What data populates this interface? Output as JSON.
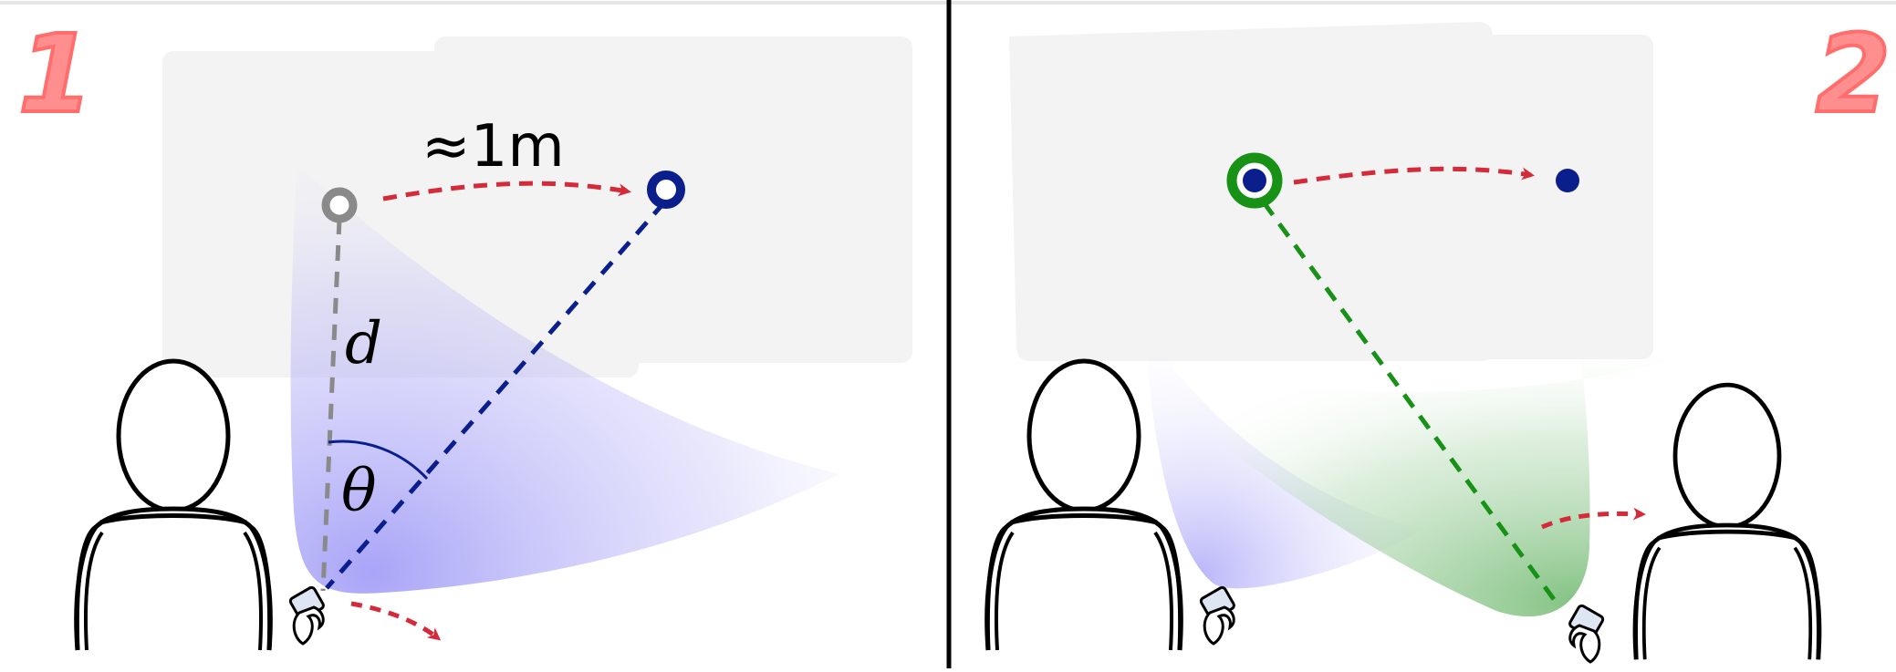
{
  "panels": [
    {
      "number": "1",
      "distance_label": "≈1m",
      "depth_label": "d",
      "angle_label": "θ"
    },
    {
      "number": "2"
    }
  ],
  "colors": {
    "panel_number": "#ff8f8f",
    "motion_arrow": "#d42a3a",
    "target_blue": "#0b1f8c",
    "old_point_gray": "#8a8a8a",
    "selected_green": "#179217",
    "screen_gray": "#f2f2f2",
    "divider": "#000000"
  },
  "icons": [
    "person-icon",
    "phone-in-hand-icon",
    "dashed-arrow-icon"
  ]
}
